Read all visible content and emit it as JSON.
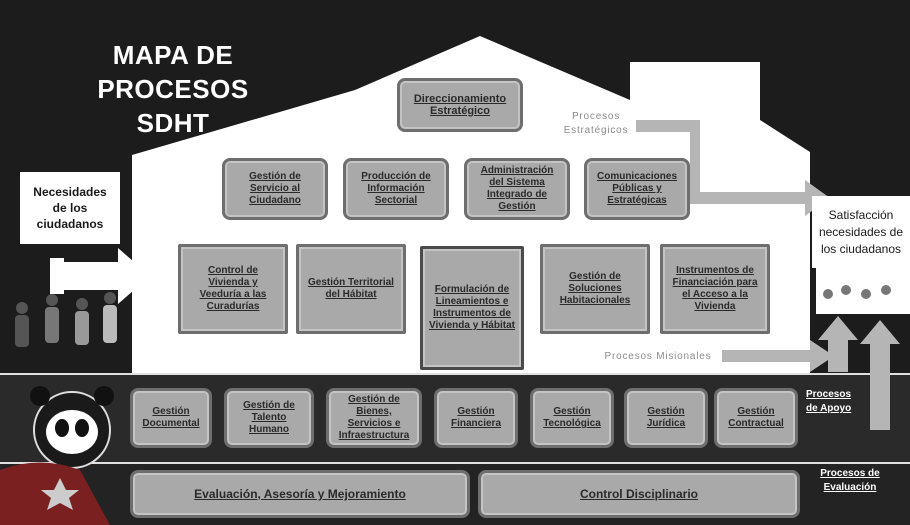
{
  "title": {
    "line1": "MAPA DE",
    "line2": "PROCESOS SDHT"
  },
  "left_note": {
    "line1": "Necesidades",
    "line2": "de los",
    "line3": "ciudadanos"
  },
  "right_note": {
    "line1": "Satisfacción",
    "line2": "necesidades de",
    "line3": "los ciudadanos"
  },
  "labels": {
    "strategic": {
      "line1": "Procesos",
      "line2": "Estratégicos"
    },
    "missional": "Procesos Misionales",
    "support": {
      "line1": "Procesos",
      "line2": "de Apoyo"
    },
    "evaluation": {
      "line1": "Procesos de",
      "line2": "Evaluación"
    }
  },
  "strategic": {
    "top": "Direccionamiento Estratégico",
    "row": [
      "Gestión de Servicio al Ciudadano",
      "Producción de Información Sectorial",
      "Administración del Sistema Integrado de Gestión",
      "Comunicaciones Públicas y Estratégicas"
    ]
  },
  "missional": [
    "Control de Vivienda y Veeduría a las Curadurías",
    "Gestión Territorial del Hábitat",
    "Formulación de Lineamientos e Instrumentos de Vivienda y Hábitat",
    "Gestión de Soluciones Habitacionales",
    "Instrumentos de Financiación para el Acceso a la Vivienda"
  ],
  "support": [
    "Gestión Documental",
    "Gestión de Talento Humano",
    "Gestión de Bienes, Servicios e Infraestructura",
    "Gestión Financiera",
    "Gestión Tecnológica",
    "Gestión Jurídica",
    "Gestión Contractual"
  ],
  "evaluation": [
    "Evaluación, Asesoría y Mejoramiento",
    "Control Disciplinario"
  ],
  "colors": {
    "background": "#1c1c1c",
    "house": "#ffffff",
    "box": "#a9a9a9",
    "arrow": "#b5b5b5"
  }
}
